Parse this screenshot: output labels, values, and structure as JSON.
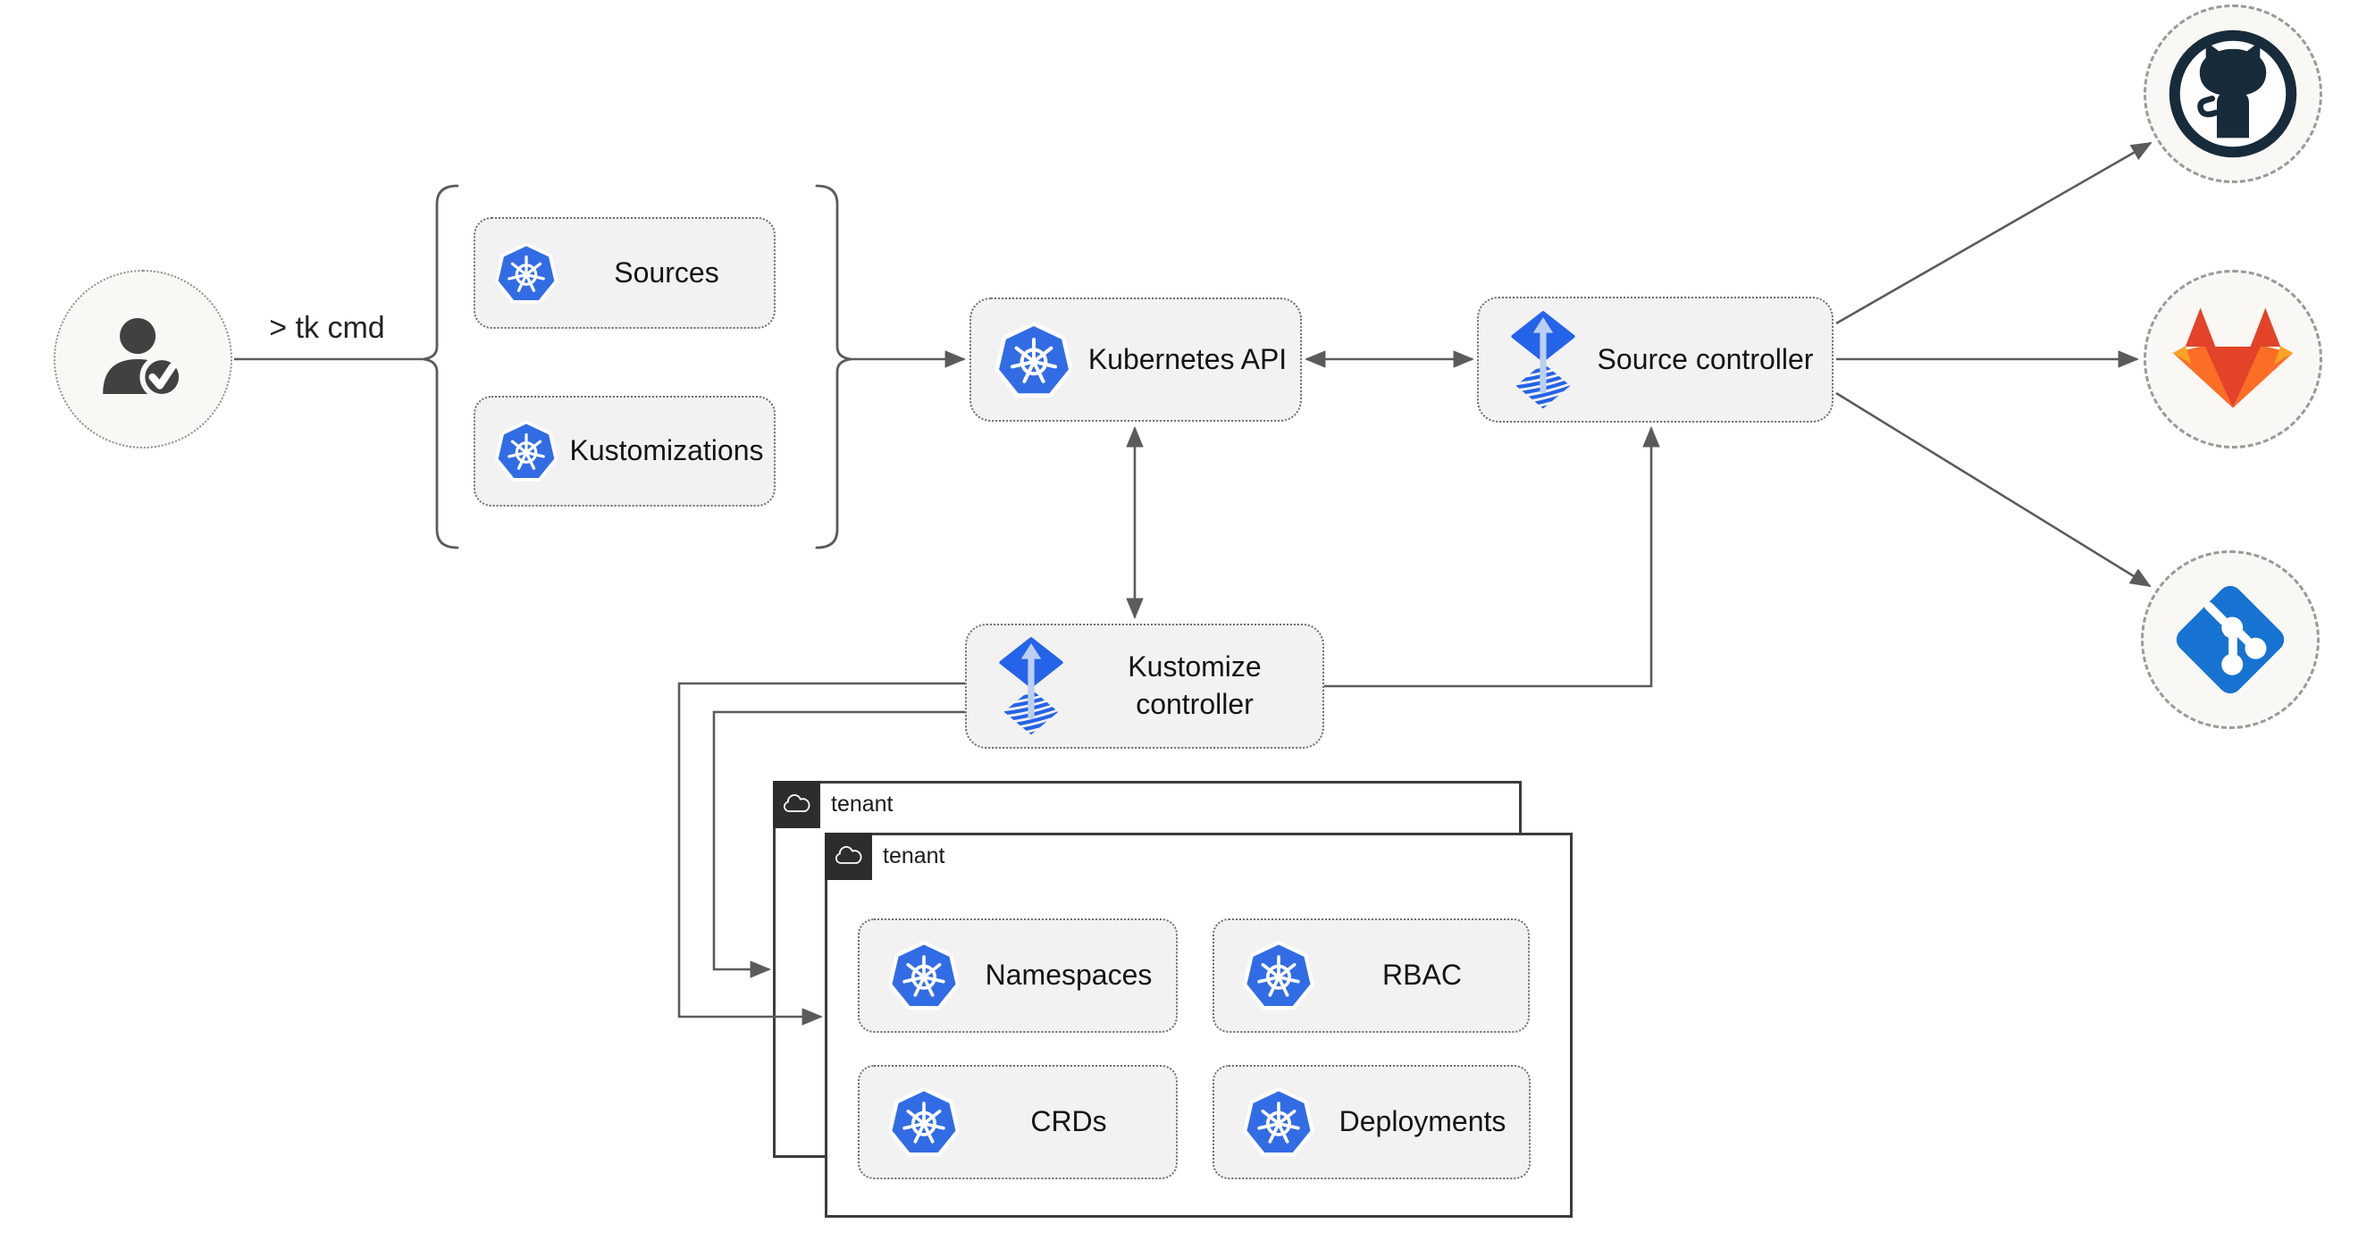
{
  "user": {
    "command_label": "> tk cmd"
  },
  "cli_group": {
    "sources_label": "Sources",
    "kustomizations_label": "Kustomizations"
  },
  "nodes": {
    "kubernetes_api": "Kubernetes API",
    "source_controller": "Source controller",
    "kustomize_controller": "Kustomize controller"
  },
  "tenants": [
    {
      "label": "tenant"
    },
    {
      "label": "tenant",
      "resources": [
        "Namespaces",
        "RBAC",
        "CRDs",
        "Deployments"
      ]
    }
  ],
  "remotes": [
    {
      "name": "GitHub",
      "icon": "github-octocat-icon"
    },
    {
      "name": "GitLab",
      "icon": "gitlab-tanuki-icon"
    },
    {
      "name": "Git",
      "icon": "git-branch-icon"
    }
  ],
  "icons": {
    "user": "user-check-icon",
    "kubernetes": "kubernetes-wheel-icon",
    "flux": "flux-controller-icon",
    "tenant_header": "cloud-icon"
  },
  "colors": {
    "kubernetes_blue": "#326ce5",
    "flux_blue": "#2563e8",
    "flux_arrow_light": "#bccff2",
    "github_dark": "#182b3a",
    "gitlab_red": "#e24329",
    "gitlab_orange": "#fc6d26",
    "gitlab_amber": "#fca326",
    "git_blue": "#1673d1",
    "line_gray": "#5b5b5b",
    "node_fill": "#f2f2f2",
    "node_border": "#6e6e6e",
    "circle_fill": "#faf8f4",
    "circle_border": "#9a9a9a",
    "tenant_border": "#3c3c3c",
    "tenant_header_bg": "#2d2d2d",
    "text_dark": "#141414",
    "user_icon_gray": "#414141"
  }
}
